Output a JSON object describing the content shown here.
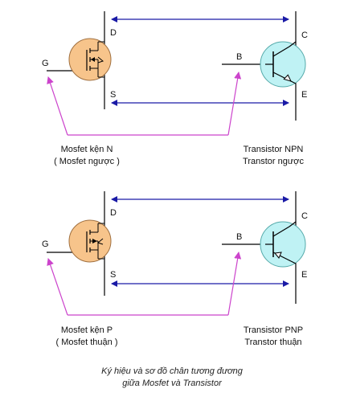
{
  "colors": {
    "mosfet_fill": "#f7c48b",
    "transistor_fill": "#bff2f4",
    "arrow_blue": "#1a1aa6",
    "arrow_magenta": "#cc44cc",
    "line": "#000000"
  },
  "top": {
    "mosfet_pins": {
      "gate": "G",
      "drain": "D",
      "source": "S"
    },
    "transistor_pins": {
      "base": "B",
      "collector": "C",
      "emitter": "E"
    },
    "mosfet_label": {
      "line1": "Mosfet kện N",
      "line2": "( Mosfet ngược )"
    },
    "transistor_label": {
      "line1": "Transistor NPN",
      "line2": "Transtor ngược"
    }
  },
  "bottom": {
    "mosfet_pins": {
      "gate": "G",
      "drain": "D",
      "source": "S"
    },
    "transistor_pins": {
      "base": "B",
      "collector": "C",
      "emitter": "E"
    },
    "mosfet_label": {
      "line1": "Mosfet kện P",
      "line2": "( Mosfet thuận )"
    },
    "transistor_label": {
      "line1": "Transistor PNP",
      "line2": "Transtor thuận"
    }
  },
  "caption": {
    "line1": "Ký hiệu và sơ đồ chân tương đương",
    "line2": "giữa Mosfet và Transistor"
  }
}
